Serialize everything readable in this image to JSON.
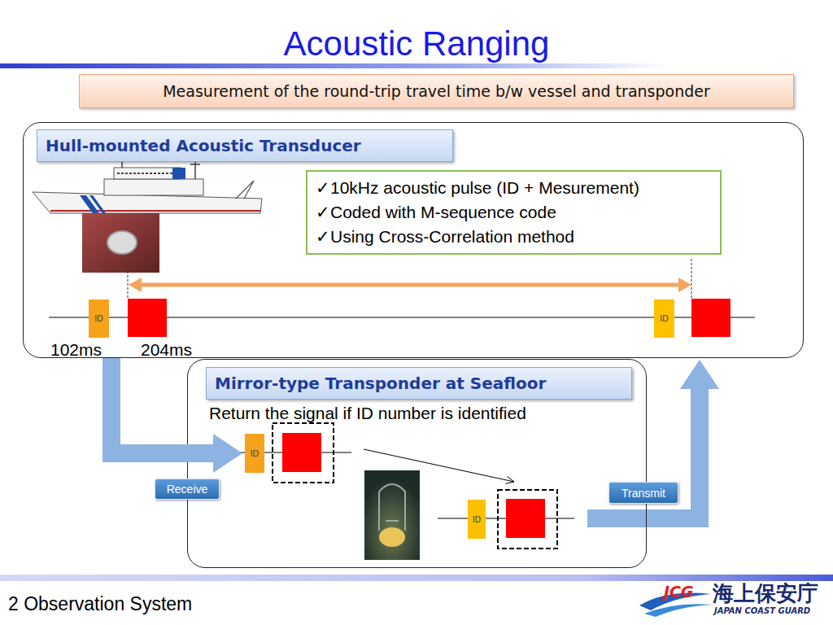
{
  "diagram": {
    "title": "Acoustic Ranging",
    "nodes": [
      {
        "text": [
          "Measurement of the round-trip travel time b/w vessel and transponder"
        ]
      },
      {
        "text": [
          "Hull-mounted Acoustic Transducer"
        ]
      },
      {
        "text": [
          "✓10kHz acoustic pulse (ID + Mesurement)",
          "✓Coded with M-sequence code",
          "✓Using Cross-Correlation method"
        ],
        "in": 1
      },
      {
        "text": [
          "ID"
        ],
        "in": 1
      },
      {
        "text": [
          "ID"
        ],
        "in": 1
      },
      {
        "text": [
          "Mirror-type Transponder at Seafloor",
          "Return the signal if ID number is identified"
        ]
      },
      {
        "text": [
          "ID"
        ],
        "in": 5
      },
      {
        "text": [
          "Receive"
        ]
      },
      {
        "text": [
          "Transmit"
        ]
      },
      {
        "text": [
          "ID"
        ],
        "in": 5
      }
    ],
    "edges": [
      {
        "from": 1,
        "to": 6,
        "arrow": "to"
      },
      {
        "from": 5,
        "to": 1,
        "arrow": "to"
      }
    ],
    "labels": [
      "102ms",
      "204ms",
      "2 Observation System",
      "JCG",
      "海上保安庁",
      "JAPAN COAST GUARD"
    ]
  }
}
